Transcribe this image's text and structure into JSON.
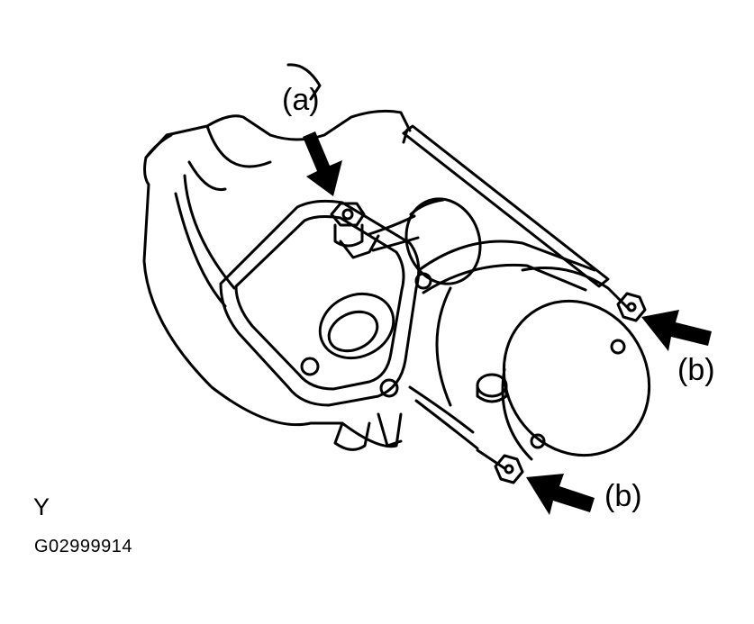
{
  "callouts": {
    "a": "(a)",
    "b_upper": "(b)",
    "b_lower": "(b)"
  },
  "view_letter": "Y",
  "figure_id": "G02999914",
  "colors": {
    "line": "#000000",
    "background": "#ffffff"
  }
}
